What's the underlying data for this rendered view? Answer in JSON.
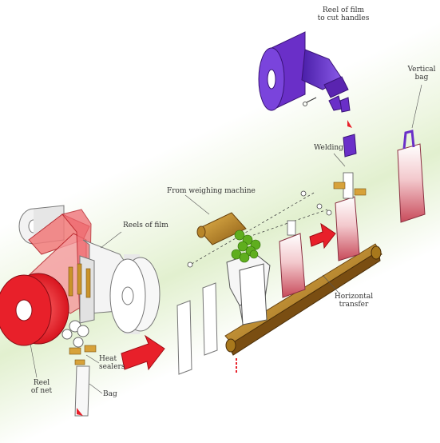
{
  "labels": {
    "reel_film_handles": [
      "Reel of film",
      "to cut handles"
    ],
    "vertical_bag": [
      "Vertical",
      "bag"
    ],
    "welding": "Welding",
    "from_weighing_machine": "From weighing machine",
    "reels_of_film": "Reels of film",
    "heat_sealers": [
      "Heat",
      "sealers"
    ],
    "reel_of_net": [
      "Reel",
      "of net"
    ],
    "bag": "Bag",
    "horizontal_transfer": [
      "Horizontal",
      "transfer"
    ]
  },
  "colors": {
    "net_red": "#e8202a",
    "film_grey": "#ededed",
    "handle_purple": "#6a2fc8",
    "conveyor_gold": "#c9932a",
    "arrow_red": "#e8202a",
    "grapes_green": "#5fae1e",
    "bag_pink": "#d87a86"
  }
}
